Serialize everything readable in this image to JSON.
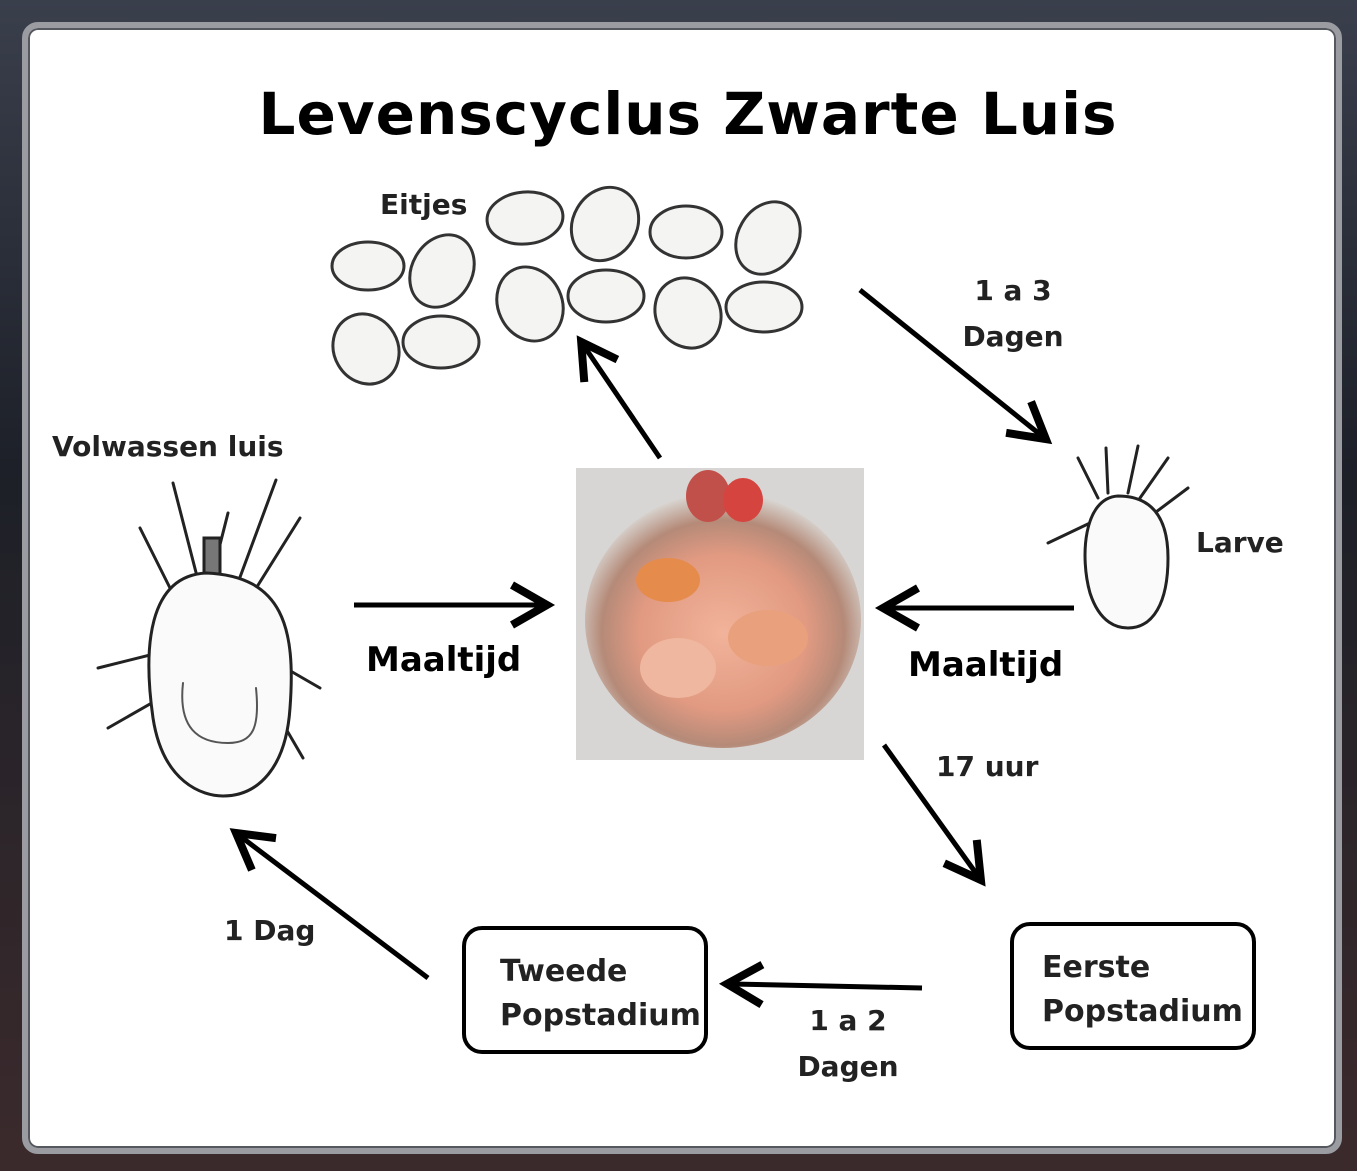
{
  "title": "Levenscyclus Zwarte Luis",
  "nodes": {
    "eggs": "Eitjes",
    "adult": "Volwassen luis",
    "larva": "Larve",
    "first_pupa": [
      "Eerste",
      "Popstadium"
    ],
    "second_pupa": [
      "Tweede",
      "Popstadium"
    ]
  },
  "edges": {
    "eggs_to_larva": [
      "1 a 3",
      "Dagen"
    ],
    "meal_left": "Maaltijd",
    "meal_right": "Maaltijd",
    "nest_to_first_pupa": "17 uur",
    "first_to_second_pupa": [
      "1 a 2",
      "Dagen"
    ],
    "second_pupa_to_adult": "1 Dag"
  },
  "colors": {
    "frame": "#9a9ca2",
    "background": "#ffffff",
    "ink": "#000000",
    "nest": "#e9a58e"
  }
}
